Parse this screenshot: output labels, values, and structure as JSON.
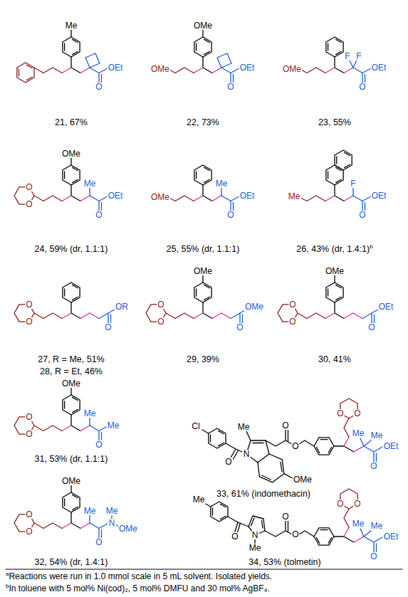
{
  "diagram": {
    "labels": [
      "Me",
      "O",
      "OEt",
      "21, 67%",
      "OMe",
      "OMe",
      "O",
      "OEt",
      "22, 73%",
      "OMe",
      "F",
      "F",
      "O",
      "OEt",
      "23, 55%",
      "OMe",
      "O",
      "O",
      "Me",
      "O",
      "OEt",
      "24, 59% (dr, 1.1:1)",
      "OMe",
      "Me",
      "O",
      "OEt",
      "25, 55% (dr, 1.1:1)",
      "Me",
      "F",
      "O",
      "OEt",
      "26, 43% (dr, 1.4:1)",
      "b",
      "O",
      "O",
      "O",
      "OR",
      "27, R = Me, 51%",
      "28, R = Et, 46%",
      "OMe",
      "O",
      "O",
      "O",
      "OMe",
      "29, 39%",
      "OMe",
      "O",
      "O",
      "O",
      "OEt",
      "30, 41%",
      "OMe",
      "O",
      "O",
      "Me",
      "O",
      "Me",
      "31, 53% (dr, 1.1:1)",
      "Cl",
      "O",
      "N",
      "Me",
      "OMe",
      "O",
      "O",
      "O",
      "O",
      "Me",
      "Me",
      "O",
      "OEt",
      "33, 61% (indomethacin)",
      "OMe",
      "O",
      "O",
      "Me",
      "O",
      "N",
      "Me",
      "OMe",
      "32, 54% (dr, 1.4:1)",
      "Me",
      "O",
      "N",
      "Me",
      "O",
      "O",
      "O",
      "O",
      "Me",
      "Me",
      "O",
      "OEt",
      "34, 53% (tolmetin)",
      "a",
      "Reactions were run in 1.0 mmol scale in 5 mL solvent. Isolated yields.",
      "b",
      "In toluene with 5 mol% Ni(cod)₂, 5 mol% DMFU and 30 mol% AgBF₄."
    ]
  }
}
